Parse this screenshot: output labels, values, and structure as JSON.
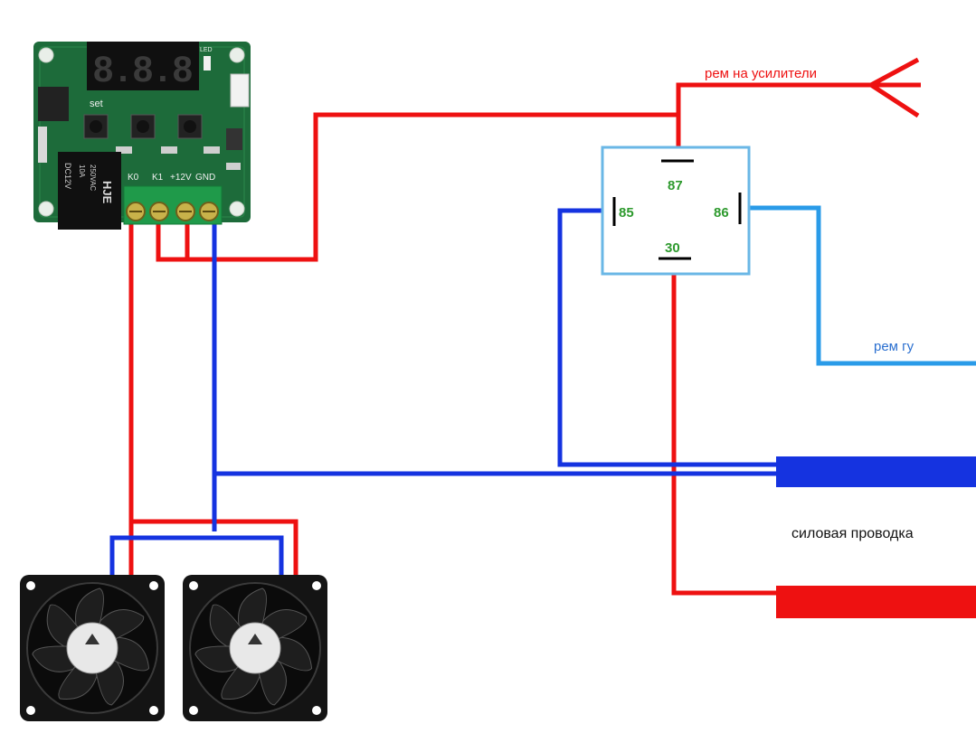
{
  "board": {
    "display": "8.8.8",
    "led_label": "LED",
    "set_label": "set",
    "terminals": {
      "k0": "K0",
      "k1": "K1",
      "plus12v": "+12V",
      "gnd": "GND"
    },
    "relay_brand": "HJE",
    "relay_text_1": "DC12V",
    "relay_text_2": "10A",
    "relay_text_3": "250VAC"
  },
  "relay": {
    "pin87": "87",
    "pin85": "85",
    "pin86": "86",
    "pin30": "30"
  },
  "labels": {
    "amp_remote": "рем на усилители",
    "head_unit_remote": "рем гу",
    "power_wiring": "силовая проводка"
  },
  "fans": [
    {
      "id": "fan-left"
    },
    {
      "id": "fan-right"
    }
  ],
  "colors": {
    "red_wire": "#ee1111",
    "blue_wire": "#1533e0",
    "light_blue_wire": "#2a9be8",
    "relay_box_border": "#6ab7e6",
    "pin_label": "#2e9a2e",
    "pcb_green": "#1d6b3a"
  }
}
